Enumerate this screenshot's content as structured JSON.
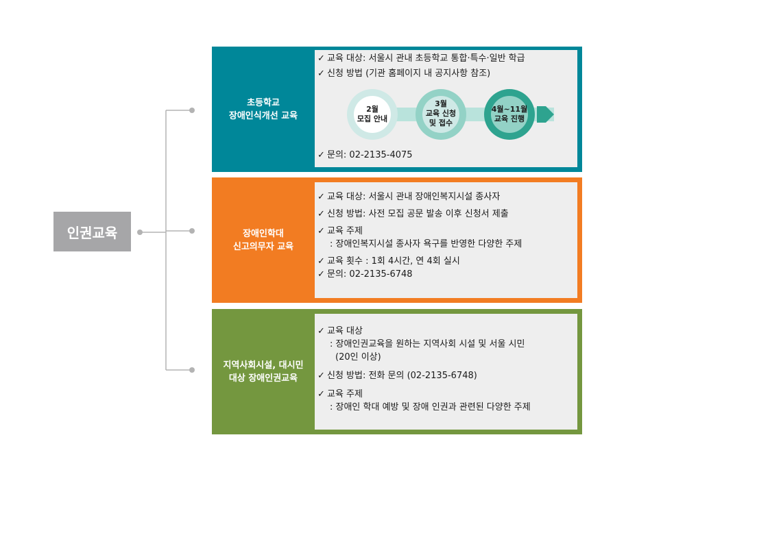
{
  "root": {
    "label": "인권교육"
  },
  "sections": [
    {
      "title_lines": [
        "초등학교",
        "장애인식개선 교육"
      ],
      "target": "교육 대상: 서울시 관내 초등학교 통합·특수·일반 학급",
      "apply": "신청 방법 (기관 홈페이지 내 공지사항 참조)",
      "steps": [
        {
          "lines": [
            "2월",
            "모집 안내"
          ]
        },
        {
          "lines": [
            "3월",
            "교육 신청",
            "및 접수"
          ]
        },
        {
          "lines": [
            "4월~11월",
            "교육 진행"
          ]
        }
      ],
      "contact": "문의: 02-2135-4075"
    },
    {
      "title_lines": [
        "장애인학대",
        "신고의무자 교육"
      ],
      "target": "교육 대상: 서울시 관내 장애인복지시설 종사자",
      "apply": "신청 방법: 사전 모집 공문 발송 이후 신청서 제출",
      "topic": "교육 주제",
      "topic_detail": ": 장애인복지시설 종사자 욕구를 반영한 다양한 주제",
      "count": "교육 횟수 : 1회 4시간, 연 4회 실시",
      "contact": "문의: 02-2135-6748"
    },
    {
      "title_lines": [
        "지역사회시설, 대시민",
        "대상 장애인권교육"
      ],
      "target": "교육 대상",
      "target_detail": ": 장애인권교육을 원하는 지역사회 시설 및 서울 시민",
      "target_detail2": "(20인 이상)",
      "apply": "신청 방법: 전화 문의 (02-2135-6748)",
      "topic": "교육 주제",
      "topic_detail": ": 장애인 학대 예방 및 장애 인권과 관련된 다양한 주제"
    }
  ],
  "colors": {
    "section1": "#008799",
    "section2": "#f27c22",
    "section3": "#74973f",
    "root": "#a6a6a8",
    "step1": "#cfe9e6",
    "step2": "#93d2c6",
    "step3": "#2ea38f"
  },
  "icons": {
    "check": "checkmark-icon"
  }
}
